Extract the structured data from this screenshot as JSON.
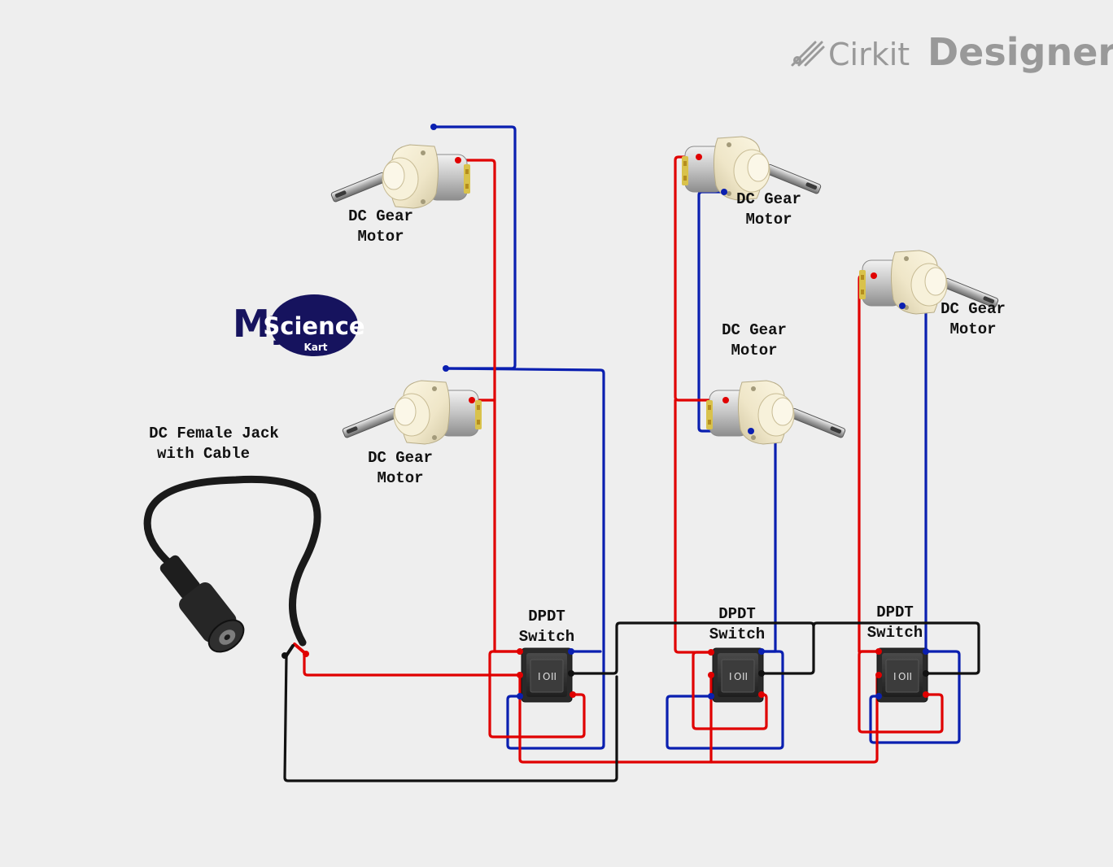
{
  "brand": {
    "cirkit": "Cirkit",
    "designer": "Designer",
    "icon": "cirkit-logo-icon"
  },
  "logo": {
    "my": "My",
    "science": "Science",
    "kart": "Kart",
    "colors": {
      "navy": "#16135e",
      "white": "#ffffff"
    }
  },
  "components": {
    "motor1": {
      "line1": "DC Gear",
      "line2": "Motor"
    },
    "motor2": {
      "line1": "DC Gear",
      "line2": "Motor"
    },
    "motor3": {
      "line1": "DC Gear",
      "line2": "Motor"
    },
    "motor4": {
      "line1": "DC Gear",
      "line2": "Motor"
    },
    "motor5": {
      "line1": "DC Gear",
      "line2": "Motor"
    },
    "switch1": {
      "line1": "DPDT",
      "line2": "Switch"
    },
    "switch2": {
      "line1": "DPDT",
      "line2": "Switch"
    },
    "switch3": {
      "line1": "DPDT",
      "line2": "Switch"
    },
    "jack": {
      "line1": "DC Female Jack",
      "line2": "with Cable"
    }
  },
  "switch_markings": {
    "on": "I",
    "off": "O",
    "alt": "II"
  },
  "wire_colors": {
    "positive": "#e00000",
    "negative": "#111111",
    "motor": "#0a1fb0"
  },
  "icons": [
    "dc-gear-motor-icon",
    "dpdt-rocker-switch-icon",
    "dc-jack-icon",
    "cirkit-logo-icon",
    "my-science-kart-logo"
  ]
}
